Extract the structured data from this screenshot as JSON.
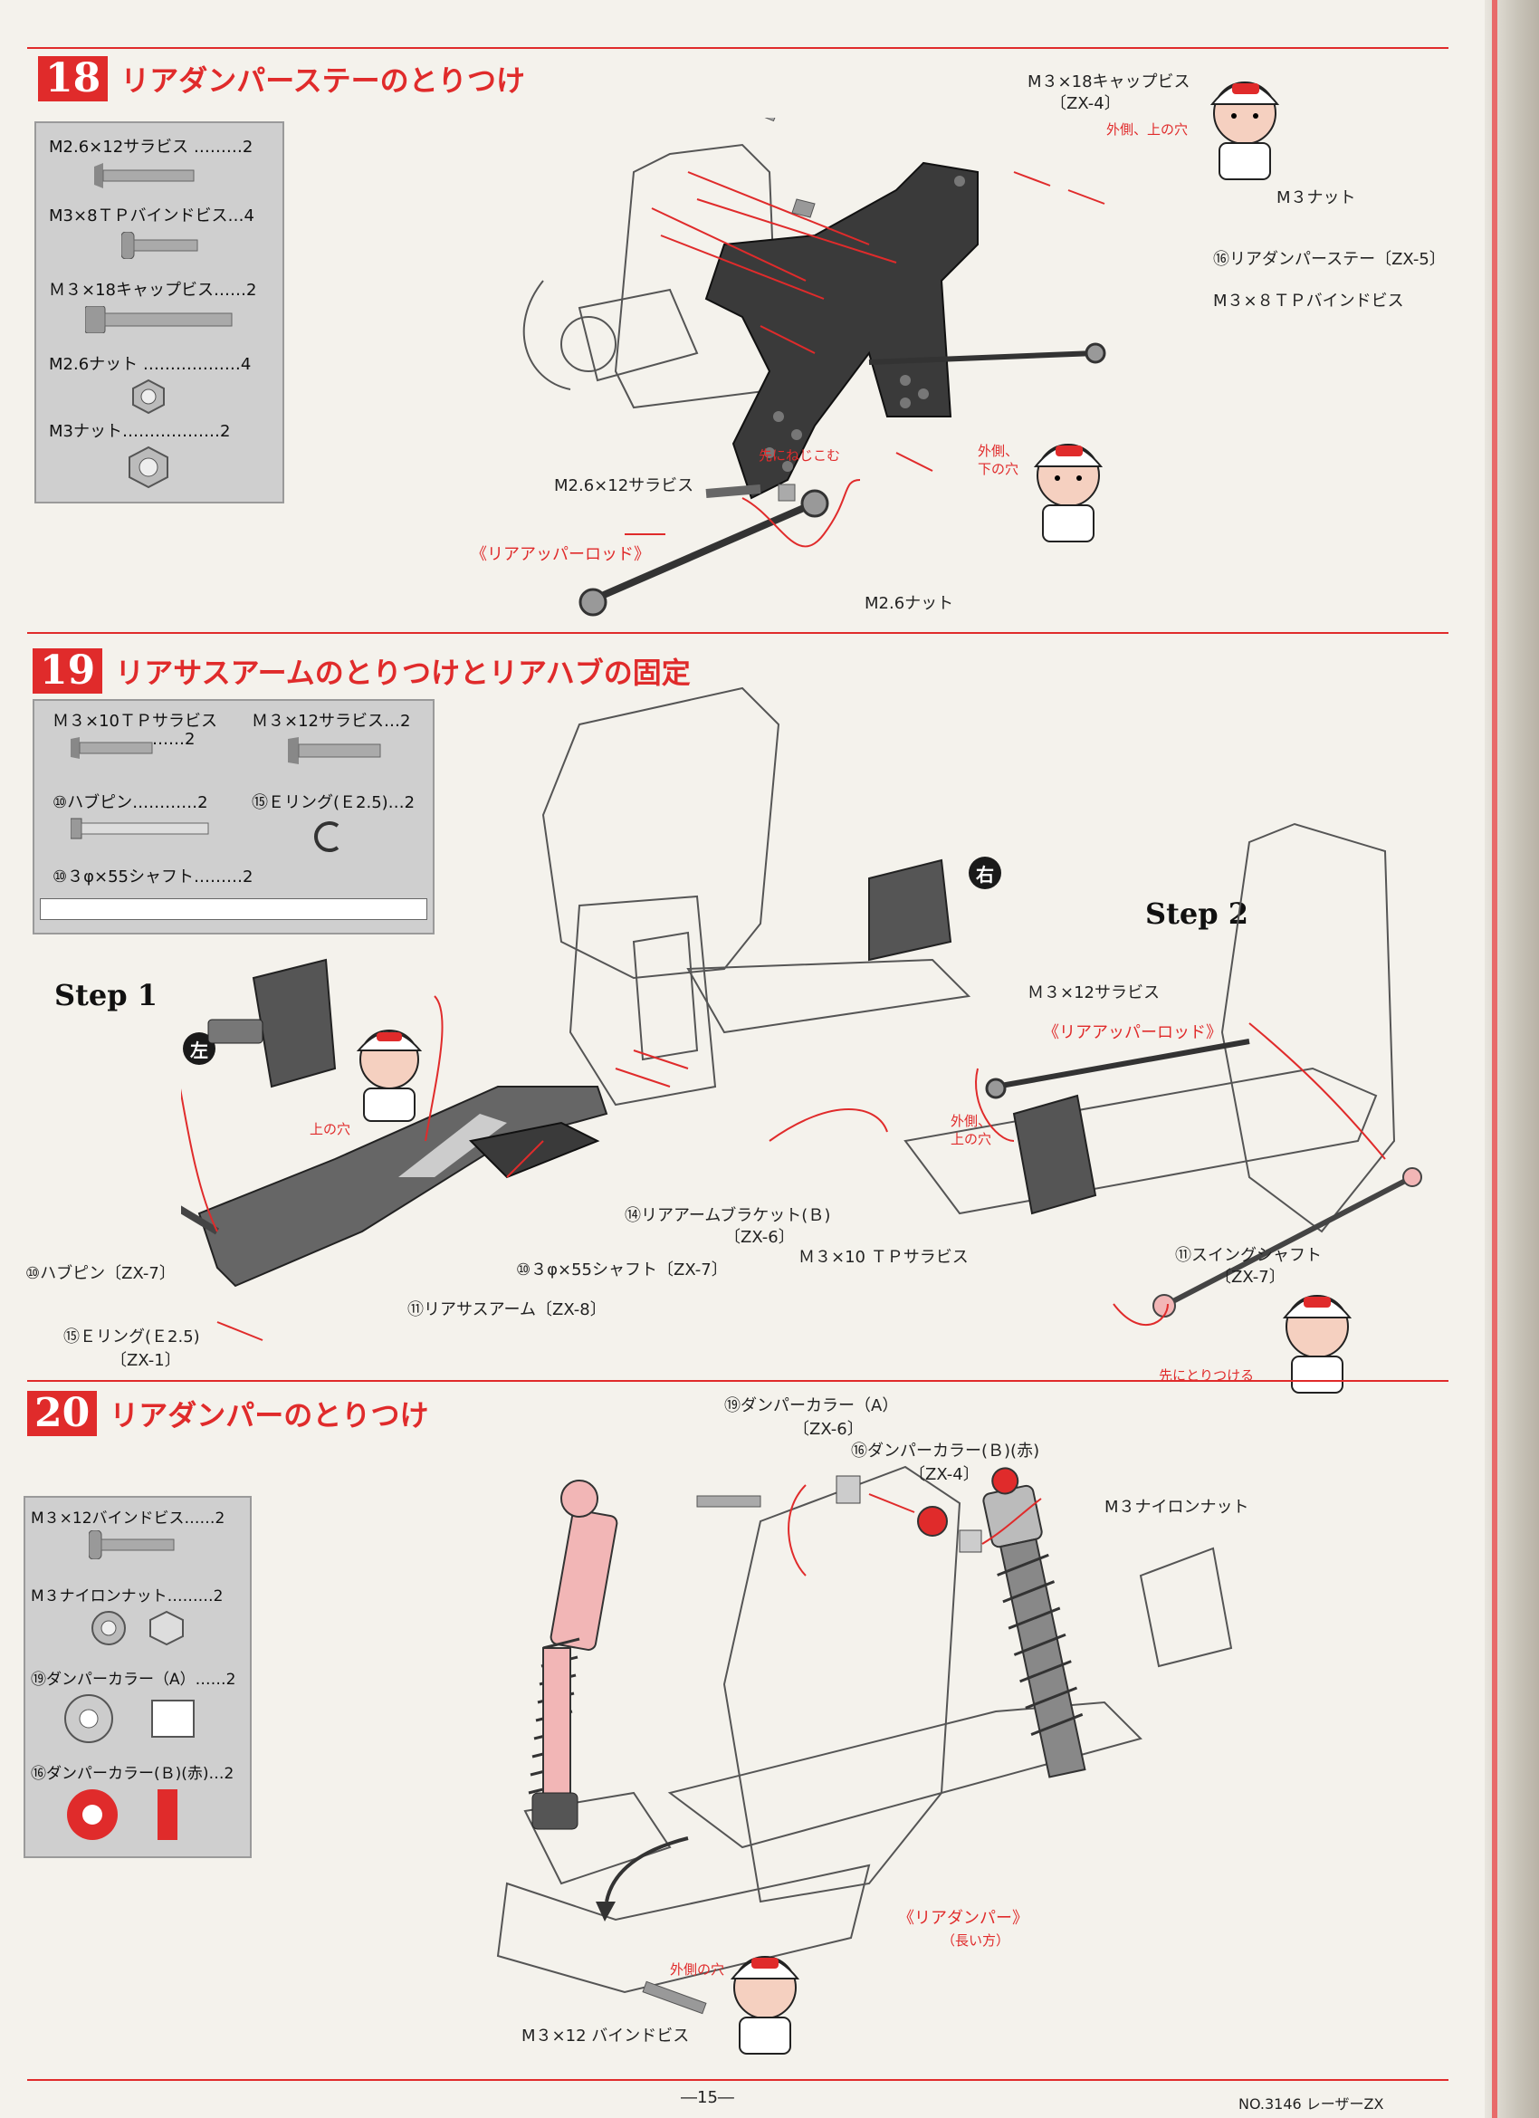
{
  "sections": [
    {
      "num": "18",
      "title": "リアダンパーステーのとりつけ"
    },
    {
      "num": "19",
      "title": "リアサスアームのとりつけとリアハブの固定"
    },
    {
      "num": "20",
      "title": "リアダンパーのとりつけ"
    }
  ],
  "s18_parts": [
    {
      "label": "M2.6×12サラビス ………2"
    },
    {
      "label": "M3×8ＴＰバインドビス…4"
    },
    {
      "label": "Ｍ３×18キャップビス……2"
    },
    {
      "label": "M2.6ナット ………………4"
    },
    {
      "label": "M3ナット………………2"
    }
  ],
  "s18_labels": {
    "cap_screw": "M３×18キャップビス",
    "cap_screw_code": "〔ZX-4〕",
    "outer_top_hole": "外側、上の穴",
    "m3_nut": "M３ナット",
    "stay": "⑯リアダンパーステー〔ZX-5〕",
    "tp_bind": "M３×８ＴＰバインドビス",
    "screw_first": "先にねじこむ",
    "outer_bottom_hole": "外側、\n下の穴",
    "sara_screw": "M2.6×12サラビス",
    "upper_rod": "《リアアッパーロッド》",
    "nut26": "M2.6ナット"
  },
  "s19_parts": {
    "tp_sara": "Ｍ３×10ＴＰサラビス",
    "tp_sara_qty": "……2",
    "sara12": "Ｍ３×12サラビス…2",
    "hub_pin": "⑩ハブピン…………2",
    "e_ring": "⑮Ｅリング(Ｅ2.5)…2",
    "shaft": "⑩３φ×55シャフト………2"
  },
  "s19_labels": {
    "step1": "Step 1",
    "step2": "Step 2",
    "left": "左",
    "right": "右",
    "upper_hole": "上の穴",
    "hub_pin": "⑩ハブピン〔ZX-7〕",
    "e_ring": "⑮Ｅリング(Ｅ2.5)",
    "e_ring_code": "〔ZX-1〕",
    "susp_arm": "⑪リアサスアーム〔ZX-8〕",
    "shaft": "⑩３φ×55シャフト〔ZX-7〕",
    "arm_bracket": "⑭リアアームブラケット(Ｂ)",
    "arm_bracket_code": "〔ZX-6〕",
    "tp_sara10": "Ｍ３×10 ＴＰサラビス",
    "sara12": "Ｍ３×12サラビス",
    "upper_rod": "《リアアッパーロッド》",
    "outer_upper_hole": "外側、\n上の穴",
    "swing_shaft": "⑪スイングシャフト",
    "swing_shaft_code": "〔ZX-7〕",
    "attach_first": "先にとりつける"
  },
  "s20_parts": [
    {
      "label": "M３×12バインドビス……2"
    },
    {
      "label": "M３ナイロンナット………2"
    },
    {
      "label": "⑲ダンパーカラー（A）……2"
    },
    {
      "label": "⑯ダンパーカラー(Ｂ)(赤)…2"
    }
  ],
  "s20_labels": {
    "collar_a": "⑲ダンパーカラー（A）",
    "collar_a_code": "〔ZX-6〕",
    "collar_b": "⑯ダンパーカラー(Ｂ)(赤)",
    "collar_b_code": "〔ZX-4〕",
    "nylon_nut": "M３ナイロンナット",
    "rear_damper": "《リアダンパー》",
    "long_side": "（長い方）",
    "outer_hole": "外側の穴",
    "bind_screw": "M３×12 バインドビス"
  },
  "footer": {
    "page": "―15―",
    "code": "NO.3146 レーザーZX"
  },
  "colors": {
    "accent": "#e02b2b",
    "panel": "#cfcfcf",
    "part_pink": "#f2b6b6"
  }
}
